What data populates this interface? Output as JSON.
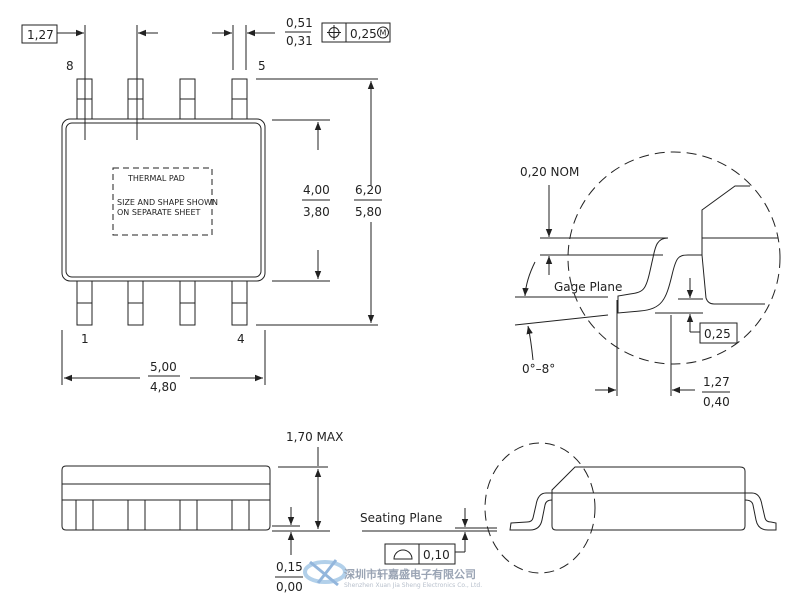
{
  "top_view": {
    "pitch_label": "1,27",
    "lead_width_max": "0,51",
    "lead_width_min": "0,31",
    "position_tolerance": "0,25",
    "position_modifier": "M",
    "pin_labels": {
      "pin8": "8",
      "pin5": "5",
      "pin1": "1",
      "pin4": "4"
    },
    "thermal_pad": {
      "title": "THERMAL PAD",
      "note_line1": "SIZE AND SHAPE SHOWN",
      "note_line2": "ON SEPARATE SHEET"
    },
    "body_width_max": "4,00",
    "body_width_min": "3,80",
    "total_width_max": "6,20",
    "total_width_min": "5,80",
    "body_length_max": "5,00",
    "body_length_min": "4,80"
  },
  "detail_view": {
    "lead_thickness": "0,20 NOM",
    "gage_plane": "Gage Plane",
    "gage_height": "0,25",
    "angle": "0°–8°",
    "foot_length_max": "1,27",
    "foot_length_min": "0,40"
  },
  "side_view": {
    "height_max": "1,70 MAX",
    "standoff_max": "0,15",
    "standoff_min": "0,00",
    "seating_plane": "Seating Plane",
    "flatness": "0,10"
  },
  "watermark": {
    "company_cn": "深圳市轩嘉盛电子有限公司",
    "company_en": "Shenzhen Xuan Jia Sheng Electronics Co., Ltd."
  }
}
